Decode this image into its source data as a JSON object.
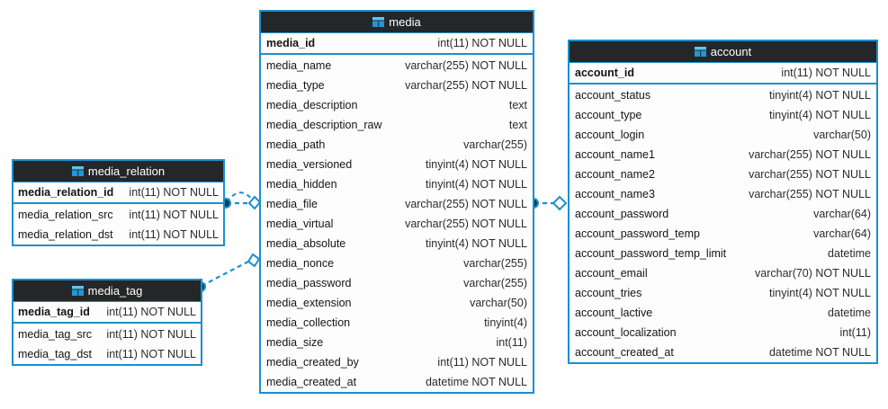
{
  "diagram": {
    "type": "er-diagram",
    "background": "#ffffff",
    "accent_color": "#1a8fd0",
    "header_bg": "#242729",
    "header_text_color": "#ffffff",
    "table_icon_name": "table-icon"
  },
  "tables": [
    {
      "id": "media",
      "name": "media",
      "primary_key": [
        {
          "name": "media_id",
          "type": "int(11) NOT NULL"
        }
      ],
      "fields": [
        {
          "name": "media_name",
          "type": "varchar(255) NOT NULL"
        },
        {
          "name": "media_type",
          "type": "varchar(255) NOT NULL"
        },
        {
          "name": "media_description",
          "type": "text"
        },
        {
          "name": "media_description_raw",
          "type": "text"
        },
        {
          "name": "media_path",
          "type": "varchar(255)"
        },
        {
          "name": "media_versioned",
          "type": "tinyint(4) NOT NULL"
        },
        {
          "name": "media_hidden",
          "type": "tinyint(4) NOT NULL"
        },
        {
          "name": "media_file",
          "type": "varchar(255) NOT NULL"
        },
        {
          "name": "media_virtual",
          "type": "varchar(255) NOT NULL"
        },
        {
          "name": "media_absolute",
          "type": "tinyint(4) NOT NULL"
        },
        {
          "name": "media_nonce",
          "type": "varchar(255)"
        },
        {
          "name": "media_password",
          "type": "varchar(255)"
        },
        {
          "name": "media_extension",
          "type": "varchar(50)"
        },
        {
          "name": "media_collection",
          "type": "tinyint(4)"
        },
        {
          "name": "media_size",
          "type": "int(11)"
        },
        {
          "name": "media_created_by",
          "type": "int(11) NOT NULL"
        },
        {
          "name": "media_created_at",
          "type": "datetime NOT NULL"
        }
      ]
    },
    {
      "id": "account",
      "name": "account",
      "primary_key": [
        {
          "name": "account_id",
          "type": "int(11) NOT NULL"
        }
      ],
      "fields": [
        {
          "name": "account_status",
          "type": "tinyint(4) NOT NULL"
        },
        {
          "name": "account_type",
          "type": "tinyint(4) NOT NULL"
        },
        {
          "name": "account_login",
          "type": "varchar(50)"
        },
        {
          "name": "account_name1",
          "type": "varchar(255) NOT NULL"
        },
        {
          "name": "account_name2",
          "type": "varchar(255) NOT NULL"
        },
        {
          "name": "account_name3",
          "type": "varchar(255) NOT NULL"
        },
        {
          "name": "account_password",
          "type": "varchar(64)"
        },
        {
          "name": "account_password_temp",
          "type": "varchar(64)"
        },
        {
          "name": "account_password_temp_limit",
          "type": "datetime"
        },
        {
          "name": "account_email",
          "type": "varchar(70) NOT NULL"
        },
        {
          "name": "account_tries",
          "type": "tinyint(4) NOT NULL"
        },
        {
          "name": "account_lactive",
          "type": "datetime"
        },
        {
          "name": "account_localization",
          "type": "int(11)"
        },
        {
          "name": "account_created_at",
          "type": "datetime NOT NULL"
        }
      ]
    },
    {
      "id": "media_relation",
      "name": "media_relation",
      "primary_key": [
        {
          "name": "media_relation_id",
          "type": "int(11) NOT NULL"
        }
      ],
      "fields": [
        {
          "name": "media_relation_src",
          "type": "int(11) NOT NULL"
        },
        {
          "name": "media_relation_dst",
          "type": "int(11) NOT NULL"
        }
      ]
    },
    {
      "id": "media_tag",
      "name": "media_tag",
      "primary_key": [
        {
          "name": "media_tag_id",
          "type": "int(11) NOT NULL"
        }
      ],
      "fields": [
        {
          "name": "media_tag_src",
          "type": "int(11) NOT NULL"
        },
        {
          "name": "media_tag_dst",
          "type": "int(11) NOT NULL"
        }
      ]
    }
  ],
  "relations": [
    {
      "id": "rel-media_relation-media",
      "from": "media_relation",
      "to": "media",
      "from_marker": "filled-circle",
      "to_marker": "open-diamond",
      "style": "dashed"
    },
    {
      "id": "rel-media_tag-media",
      "from": "media_tag",
      "to": "media",
      "from_marker": "filled-circle",
      "to_marker": "open-diamond",
      "style": "dashed"
    },
    {
      "id": "rel-media-account",
      "from": "media",
      "to": "account",
      "from_marker": "filled-circle",
      "to_marker": "open-diamond",
      "style": "dashed"
    }
  ]
}
